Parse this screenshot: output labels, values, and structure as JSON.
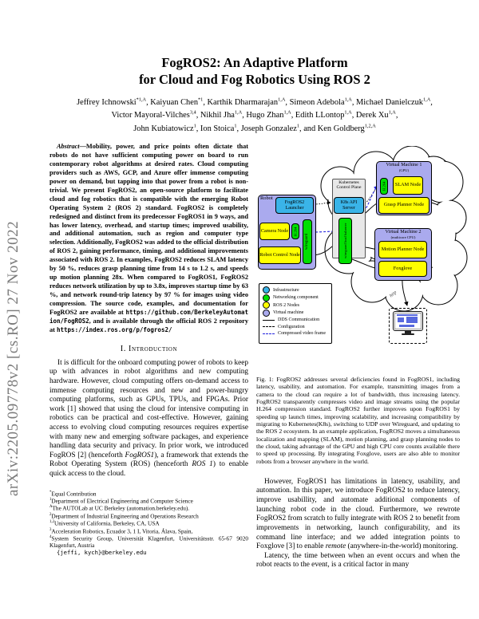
{
  "arxiv_stamp": "arXiv:2205.09778v2  [cs.RO]  27 Nov 2022",
  "title": {
    "line1": "FogROS2: An Adaptive Platform",
    "line2": "for Cloud and Fog Robotics Using ROS 2"
  },
  "authors": {
    "line1": [
      {
        "t": "Jeffrey Ichnowski",
        "s": "*1,A",
        "tail": ", "
      },
      {
        "t": "Kaiyuan Chen",
        "s": "*1",
        "tail": ", "
      },
      {
        "t": "Karthik Dharmarajan",
        "s": "1,A",
        "tail": ", "
      },
      {
        "t": "Simeon Adebola",
        "s": "1,A",
        "tail": ", "
      },
      {
        "t": "Michael Danielczuk",
        "s": "1,A",
        "tail": ","
      }
    ],
    "line2": [
      {
        "t": "Victor Mayoral-Vilches",
        "s": "3,4",
        "tail": ", "
      },
      {
        "t": "Nikhil Jha",
        "s": "1,A",
        "tail": ", "
      },
      {
        "t": "Hugo Zhan",
        "s": "1,A",
        "tail": ", "
      },
      {
        "t": "Edith LLontop",
        "s": "1,A",
        "tail": ", "
      },
      {
        "t": "Derek Xu",
        "s": "1,A",
        "tail": ","
      }
    ],
    "line3": [
      {
        "t": "John Kubiatowicz",
        "s": "1",
        "tail": ", "
      },
      {
        "t": "Ion Stoica",
        "s": "1",
        "tail": ", "
      },
      {
        "t": "Joseph Gonzalez",
        "s": "1",
        "tail": ", "
      },
      {
        "t": "and Ken Goldberg",
        "s": "1,2,A",
        "tail": ""
      }
    ]
  },
  "abstract": {
    "label": "Abstract—",
    "body": "Mobility, power, and price points often dictate that robots do not have sufficient computing power on board to run contemporary robot algorithms at desired rates. Cloud computing providers such as AWS, GCP, and Azure offer immense computing power on demand, but tapping into that power from a robot is non-trivial. We present FogROS2, an open-source platform to facilitate cloud and fog robotics that is compatible with the emerging Robot Operating System 2 (ROS 2) standard. FogROS2 is completely redesigned and distinct from its predecessor FogROS1 in 9 ways, and has lower latency, overhead, and startup times; improved usability, and additional automation, such as region and computer type selection. Additionally, FogROS2 was added to the official distribution of ROS 2, gaining performance, timing, and additional improvements associated with ROS 2. In examples, FogROS2 reduces SLAM latency by 50 %, reduces grasp planning time from 14 s to 1.2 s, and speeds up motion planning 28x. When compared to FogROS1, FogROS2 reduces network utilization by up to 3.8x, improves startup time by 63 %, and network round-trip latency by 97 % for images using video compression. The source code, examples, and documentation for FogROS2 are available at ",
    "url1": "https://github.com/BerkeleyAutomation/FogROS2",
    "mid": ", and is available through the official ROS 2 repository at ",
    "url2": "https://index.ros.org/p/fogros2/"
  },
  "sections": {
    "intro_heading": "I. Introduction"
  },
  "intro": {
    "p_start": "It is difficult for the onboard computing power of robots to keep up with advances in robot algorithms and new computing hardware. However, cloud computing offers on-demand access to immense computing resources and new and power-hungry computing platforms, such as GPUs, TPUs, and FPGAs. Prior work [1] showed that using the cloud for intensive computing in robotics can be practical and cost-effective. However, gaining access to evolving cloud computing resources requires expertise with many new and emerging software packages, and experience handling data security and privacy. In prior work, we introduced FogROS [2] (henceforth ",
    "it1": "FogROS1",
    "mid1": "), a framework that extends the Robot Operating System (ROS) (henceforth ",
    "it2": "ROS 1",
    "end1": ") to enable quick access to the cloud."
  },
  "footnotes": [
    {
      "sup": "*",
      "text": "Equal Contribution"
    },
    {
      "sup": "1",
      "text": "Department of Electrical Engineering and Computer Science"
    },
    {
      "sup": "A",
      "text": "The AUTOLab at UC Berkeley (automation.berkeley.edu)."
    },
    {
      "sup": "2",
      "text": "Department of Industrial Engineering and Operations Research"
    },
    {
      "sup": "1,2",
      "text": "University of California, Berkeley, CA, USA"
    },
    {
      "sup": "3",
      "text": "Acceleration Robotics, Ecuador 3, 1 I, Vitoria, Álava, Spain,"
    },
    {
      "sup": "4",
      "text": "System Security Group, Universität Klagenfurt, Universitätsstr. 65-67 9020 Klagenfurt, Austria"
    }
  ],
  "email": "{jeffi, kych}@berkeley.edu",
  "figure": {
    "caption": "Fig. 1: FogROS2 addresses several deficiencies found in FogROS1, including latency, usability, and automation. For example, transmitting images from a camera to the cloud can require a lot of bandwidth, thus increasing latency. FogROS2 transparently compresses video and image streams using the popular H.264 compression standard. FogROS2 further improves upon FogROS1 by speeding up launch times, improving scalability, and increasing compatibility by migrating to Kubernetes(K8s), switching to UDP over Wireguard, and updating to the ROS 2 ecosystem. In an example application, FogROS2 moves a simultaneous localization and mapping (SLAM), motion planning, and grasp planning nodes to the cloud, taking advantage of the GPU and high CPU core counts available there to speed up processing. By integrating Foxglove, users are also able to monitor robots from a browser anywhere in the world.",
    "colors": {
      "infrastructure": "#3ab4e8",
      "networking": "#00e000",
      "ros2_nodes": "#ffff00",
      "virtual_machine": "#aaaaee",
      "panel_gray": "#e8e8e8",
      "video_line": "#2222dd"
    },
    "diagram": {
      "robot_label": "Robot",
      "launcher": "FogROS2 Launcher",
      "camera": "Camera Node",
      "h264_robot": "H.264",
      "wireguard": "wireguard",
      "robot_control": "Robot Control Node",
      "k8s_title": "Kubernetes Control Plane",
      "k8s_api": "K8s API Server",
      "wireguard_lb": "wireguard load balancer",
      "vm1_title": "Virtual Machine 1",
      "vm1_sub": "(GPU)",
      "h264_cloud": "H.264",
      "slam": "SLAM Node",
      "grasp": "Grasp Planner Node",
      "vm2_title": "Virtual Machine 2",
      "vm2_sub": "(multicore CPU)",
      "motion": "Motion Planner Node",
      "foxglove": "Foxglove",
      "http": "http"
    },
    "legend": [
      {
        "label": "Infrastructure",
        "color": "#3ab4e8"
      },
      {
        "label": "Networking component",
        "color": "#00e000"
      },
      {
        "label": "ROS 2 Nodes",
        "color": "#ffff00"
      },
      {
        "label": "Virtual machine",
        "color": "#aaaaee"
      },
      {
        "label": "DDS Communication",
        "color": "#000000"
      },
      {
        "label": "Configuration",
        "color": "#000000"
      },
      {
        "label": "Compressed video frame",
        "color": "#2222dd"
      }
    ]
  },
  "right_column": {
    "p1_start": "However, FogROS1 has limitations in latency, usability, and automation. In this paper, we introduce FogROS2 to reduce latency, improve usabillity, and automate additional components of launching robot code in the cloud. Furthermore, we rewrote FogROS2 from scratch to fully integrate with ROS 2 to benefit from improvements in networking, launch configurability, and its command line interface; and we added integration points to Foxglove [3] to enable ",
    "p1_italic": "remote",
    "p1_end": " (anywhere-in-the-world) monitoring.",
    "p2": "Latency, the time between when an event occurs and when the robot reacts to the event, is a critical factor in many"
  }
}
